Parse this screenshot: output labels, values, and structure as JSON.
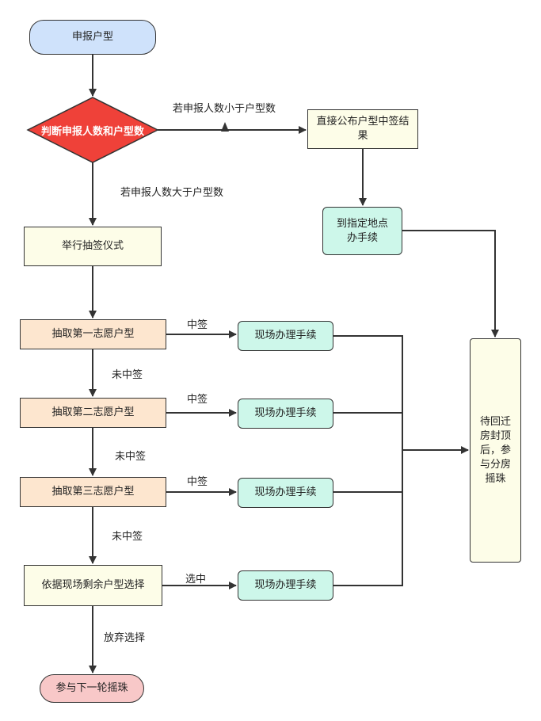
{
  "start": "申报户型",
  "decision": "判断申报人数和户型数",
  "cond_less": "若申报人数小于户型数",
  "cond_more": "若申报人数大于户型数",
  "announce": "直接公布户型中签结果",
  "go_office": "到指定地点办手续",
  "ceremony": "举行抽签仪式",
  "draw1": "抽取第一志愿户型",
  "draw2": "抽取第二志愿户型",
  "draw3": "抽取第三志愿户型",
  "choose": "依据现场剩余户型选择",
  "handle": "现场办理手续",
  "win": "中签",
  "lose": "未中签",
  "selected": "选中",
  "give_up": "放弃选择",
  "next_round": "参与下一轮摇珠",
  "wait": "待回迁房封顶后，参与分房摇珠"
}
